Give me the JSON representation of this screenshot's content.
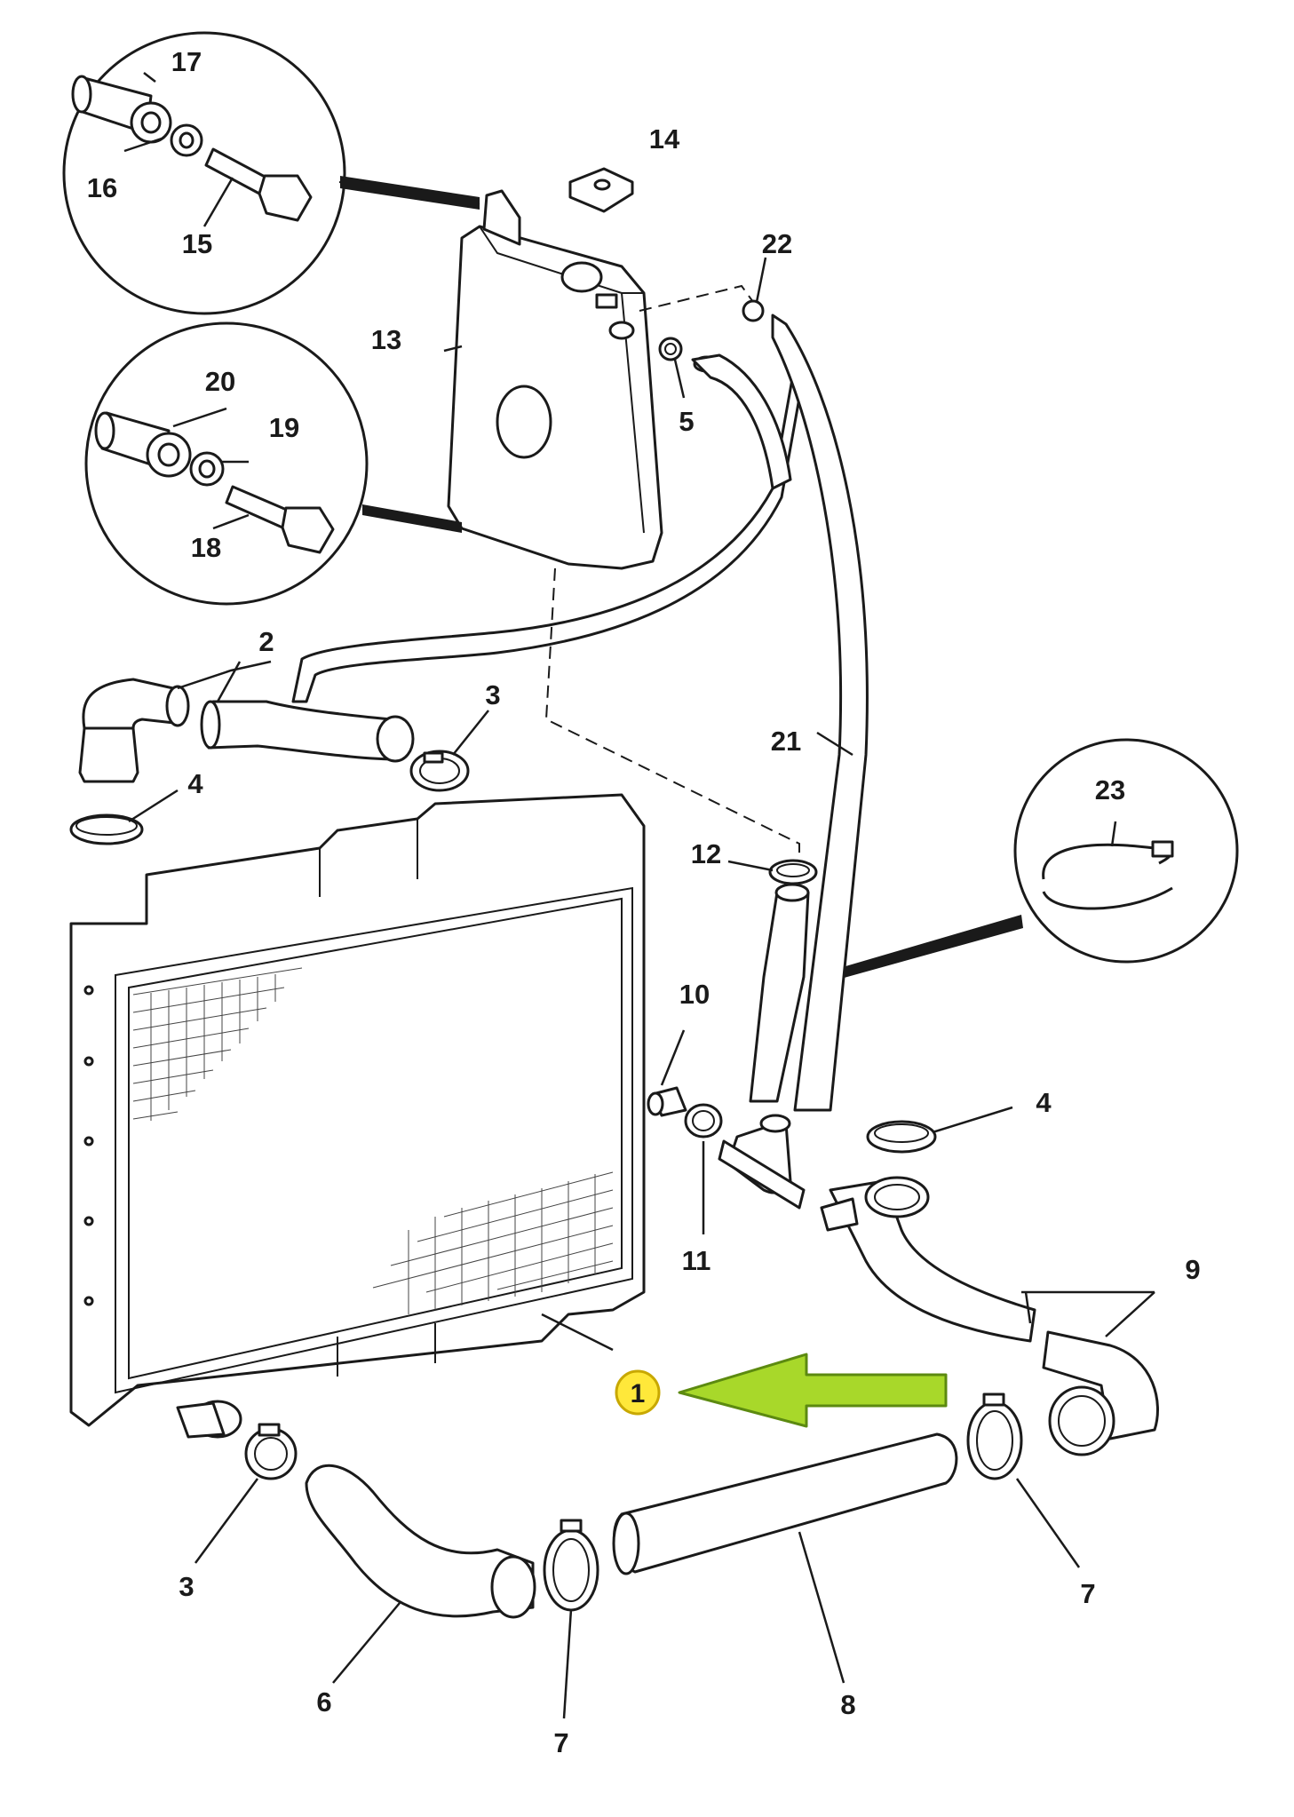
{
  "colors": {
    "line": "#1a1a1a",
    "highlight_circle": "#ffe83a",
    "highlight_circle_stroke": "#c8a800",
    "arrow_fill": "#a8d82a",
    "arrow_stroke": "#5c8a10"
  },
  "callouts": {
    "c1": "1",
    "c2": "2",
    "c3a": "3",
    "c3b": "3",
    "c4a": "4",
    "c4b": "4",
    "c5": "5",
    "c6": "6",
    "c7a": "7",
    "c7b": "7",
    "c8": "8",
    "c9": "9",
    "c10": "10",
    "c11": "11",
    "c12": "12",
    "c13": "13",
    "c14": "14",
    "c15": "15",
    "c16": "16",
    "c17": "17",
    "c18": "18",
    "c19": "19",
    "c20": "20",
    "c21": "21",
    "c22": "22",
    "c23": "23"
  },
  "highlight": {
    "part": "1",
    "arrow": "pointing-left"
  }
}
